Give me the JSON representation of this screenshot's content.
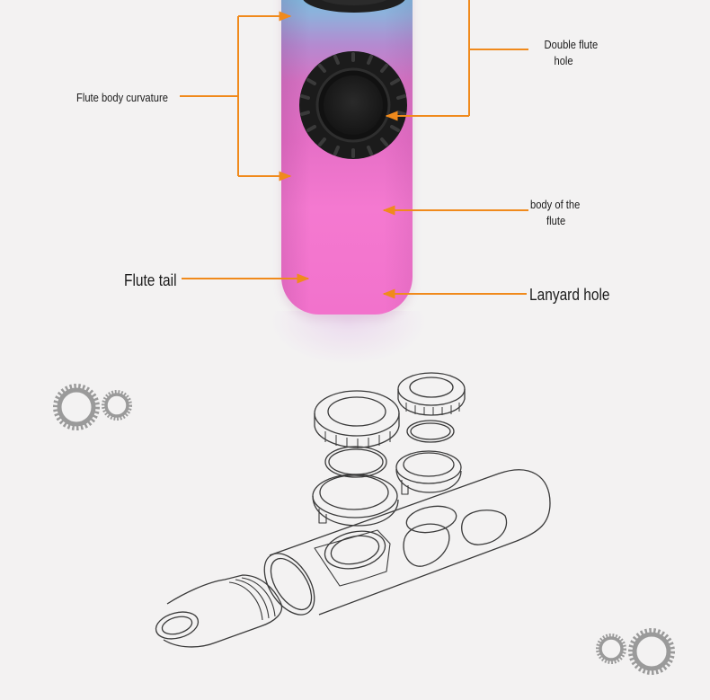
{
  "diagram": {
    "subject": "Double-hole flute (kazoo-style) with gradient body",
    "product_colors": {
      "gradient_top": "#6fc3e0",
      "gradient_mid": "#d873c4",
      "gradient_bottom": "#f272cc",
      "knob": "#1e1e1e",
      "arrow": "#f08a1c",
      "background": "#f3f2f2",
      "gear_icons": "#9a9a9a"
    },
    "callouts": [
      {
        "id": "flute-body-curvature",
        "text": "Flute body curvature",
        "side": "left",
        "targets": 2
      },
      {
        "id": "flute-tail",
        "text": "Flute tail",
        "side": "left",
        "targets": 1
      },
      {
        "id": "double-flute-hole",
        "text_line1": "Double flute",
        "text_line2": "hole",
        "side": "right",
        "targets": 1
      },
      {
        "id": "body-of-the-flute",
        "text_line1": "body of the",
        "text_line2": "flute",
        "side": "right",
        "targets": 1
      },
      {
        "id": "lanyard-hole",
        "text": "Lanyard hole",
        "side": "right",
        "targets": 1
      }
    ],
    "exploded_view": {
      "description": "Line-art exploded assembly: mouthpiece, tube body with two hole seats, two threaded collars, two gaskets/membrane rings, two knurled caps",
      "parts": [
        "mouthpiece",
        "tube body",
        "hole seat x2",
        "threaded collar x2",
        "membrane ring x2",
        "knurled cap x2"
      ]
    },
    "decorations": [
      "gear-pair-top-left",
      "gear-pair-bottom-right"
    ]
  }
}
